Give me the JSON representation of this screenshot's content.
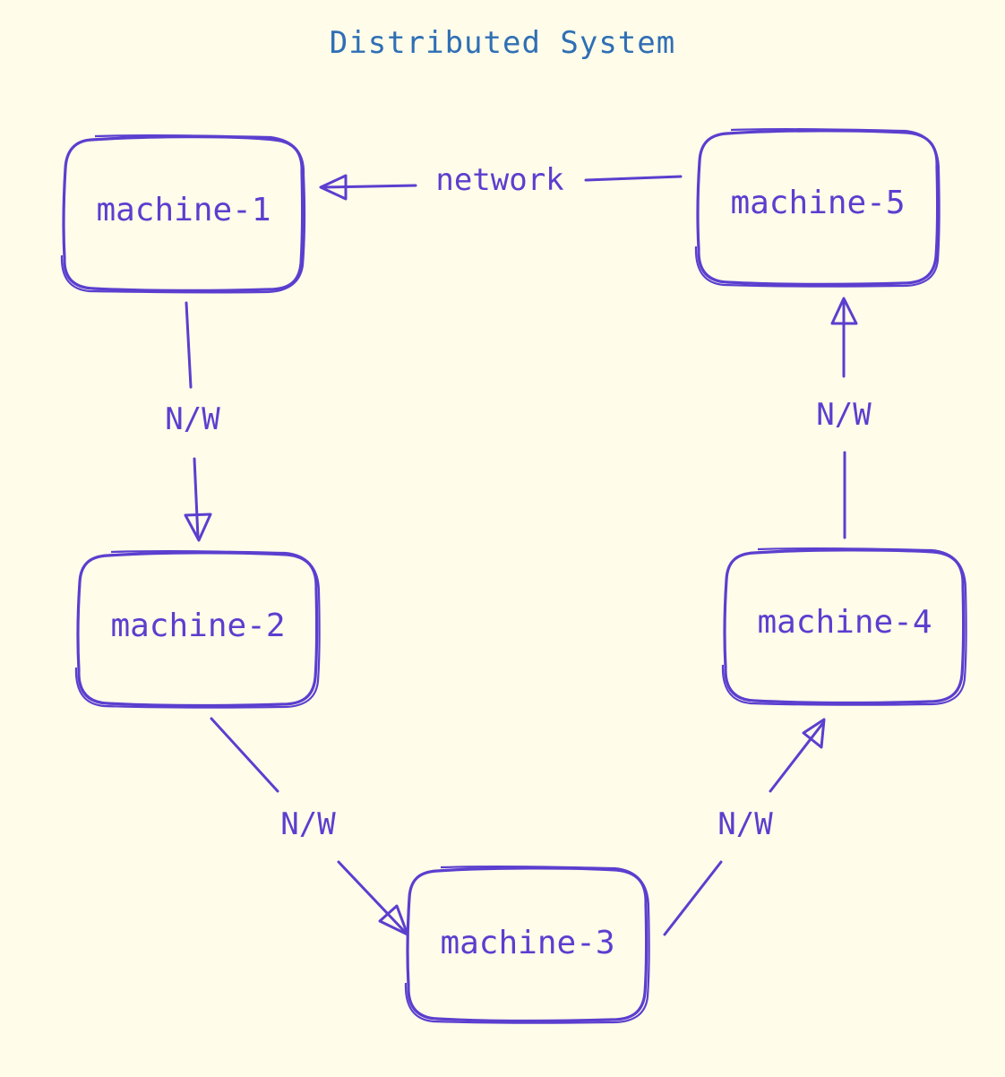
{
  "title": "Distributed System",
  "nodes": [
    {
      "label": "machine-1"
    },
    {
      "label": "machine-2"
    },
    {
      "label": "machine-3"
    },
    {
      "label": "machine-4"
    },
    {
      "label": "machine-5"
    }
  ],
  "edges": [
    {
      "from": "machine-1",
      "to": "machine-2",
      "label": "N/W"
    },
    {
      "from": "machine-2",
      "to": "machine-3",
      "label": "N/W"
    },
    {
      "from": "machine-3",
      "to": "machine-4",
      "label": "N/W"
    },
    {
      "from": "machine-4",
      "to": "machine-5",
      "label": "N/W"
    },
    {
      "from": "machine-5",
      "to": "machine-1",
      "label": "network"
    }
  ],
  "colors": {
    "background": "#fffce9",
    "stroke": "#5a3fcf",
    "title": "#2f6fb5"
  }
}
